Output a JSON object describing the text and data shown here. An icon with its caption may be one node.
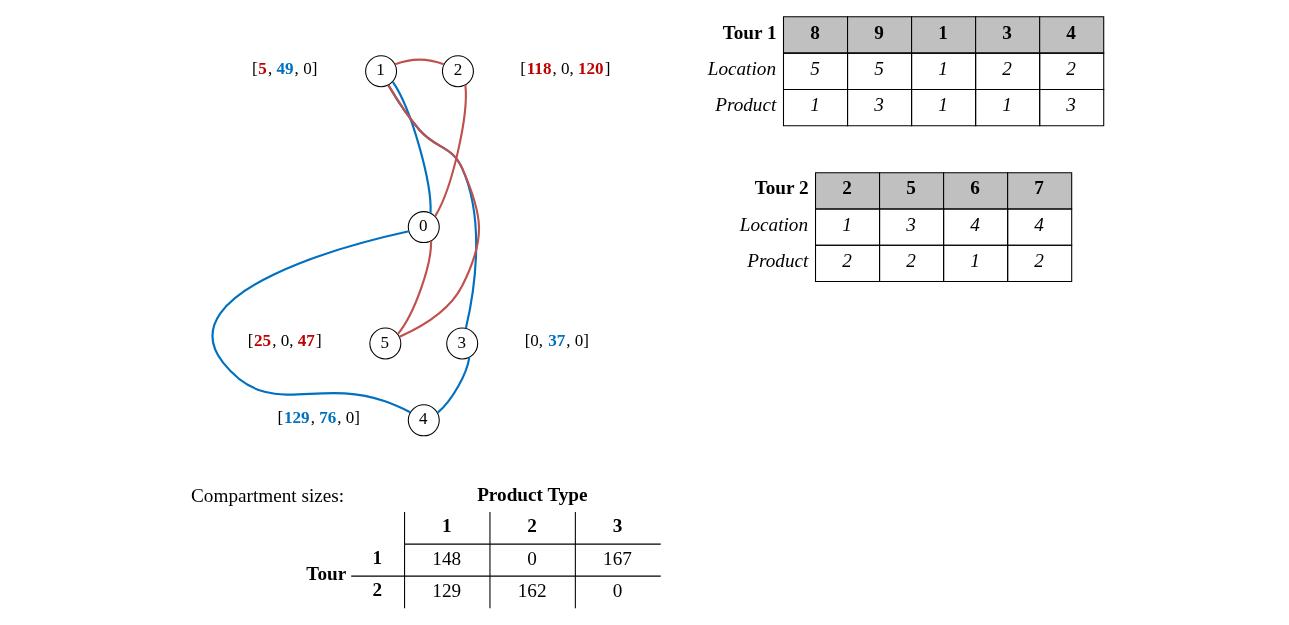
{
  "diagram": {
    "nodes": [
      {
        "text": [
          "0"
        ]
      },
      {
        "text": [
          "1"
        ],
        "beside": [
          "[**5**, **49**, 0]"
        ]
      },
      {
        "text": [
          "2"
        ],
        "beside": [
          "[**118**, 0, **120**]"
        ]
      },
      {
        "text": [
          "3"
        ],
        "beside": [
          "[0, **37**, 0]"
        ]
      },
      {
        "text": [
          "4"
        ],
        "beside": [
          "[**129**, **76**, 0]"
        ]
      },
      {
        "text": [
          "5"
        ],
        "beside": [
          "[**25**, 0, **47**]"
        ]
      }
    ],
    "edges": [
      {
        "from": 1,
        "to": 2,
        "arrow": "none",
        "color": "#c0504d"
      },
      {
        "from": 1,
        "to": 5,
        "arrow": "none",
        "color": "#c0504d"
      },
      {
        "from": 5,
        "to": 0,
        "arrow": "none",
        "color": "#c0504d"
      },
      {
        "from": 0,
        "to": 2,
        "arrow": "none",
        "color": "#c0504d"
      },
      {
        "from": 1,
        "to": 0,
        "arrow": "none",
        "color": "#0070c0"
      },
      {
        "from": 1,
        "to": 3,
        "arrow": "none",
        "color": "#0070c0"
      },
      {
        "from": 0,
        "to": 4,
        "arrow": "none",
        "color": "#0070c0"
      },
      {
        "from": 4,
        "to": 3,
        "arrow": "none",
        "color": "#0070c0"
      }
    ],
    "labels": [
      "Tour 1",
      "8",
      "9",
      "1",
      "3",
      "4",
      "Location",
      "5",
      "5",
      "1",
      "2",
      "2",
      "Product",
      "1",
      "3",
      "1",
      "1",
      "3",
      "Tour 2",
      "2",
      "5",
      "6",
      "7",
      "Location",
      "1",
      "3",
      "4",
      "4",
      "Product",
      "2",
      "2",
      "1",
      "2",
      "Compartment sizes:",
      "Product Type",
      "1",
      "2",
      "3",
      "Tour",
      "1",
      "148",
      "0",
      "167",
      "2",
      "129",
      "162",
      "0"
    ]
  }
}
